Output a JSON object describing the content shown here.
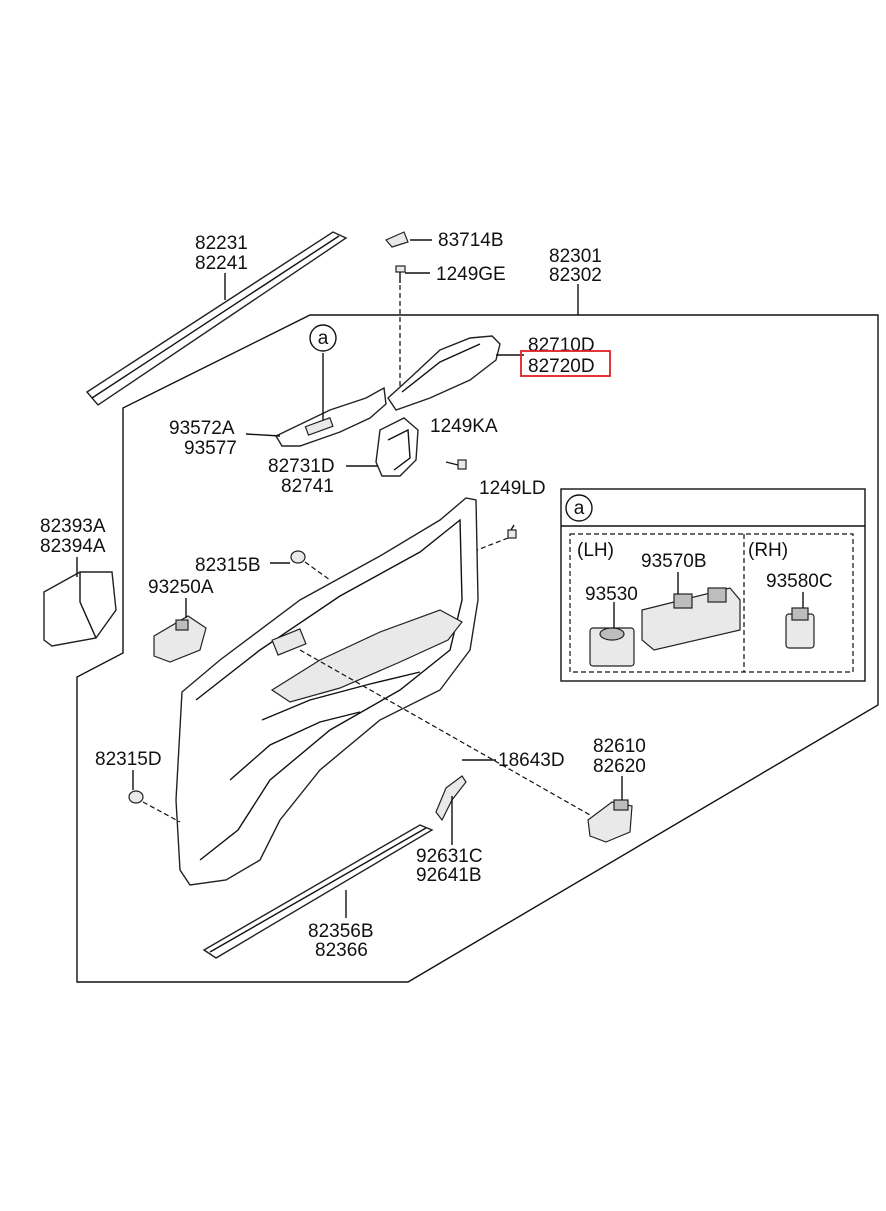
{
  "callout_letter": "a",
  "inset": {
    "letter": "a",
    "left_label": "(LH)",
    "right_label": "(RH)"
  },
  "labels": {
    "p82231": "82231",
    "p82241": "82241",
    "p83714B": "83714B",
    "p1249GE": "1249GE",
    "p82301": "82301",
    "p82302": "82302",
    "p82710D": "82710D",
    "p82720D": "82720D",
    "p93572A": "93572A",
    "p93577": "93577",
    "p1249KA": "1249KA",
    "p82731D": "82731D",
    "p82741": "82741",
    "p1249LD": "1249LD",
    "p82393A": "82393A",
    "p82394A": "82394A",
    "p82315B": "82315B",
    "p93250A": "93250A",
    "p93530": "93530",
    "p93570B": "93570B",
    "p93580C": "93580C",
    "p82315D": "82315D",
    "p18643D": "18643D",
    "p82610": "82610",
    "p82620": "82620",
    "p92631C": "92631C",
    "p92641B": "92641B",
    "p82356B": "82356B",
    "p82366": "82366"
  },
  "highlight_color": "#e02020"
}
